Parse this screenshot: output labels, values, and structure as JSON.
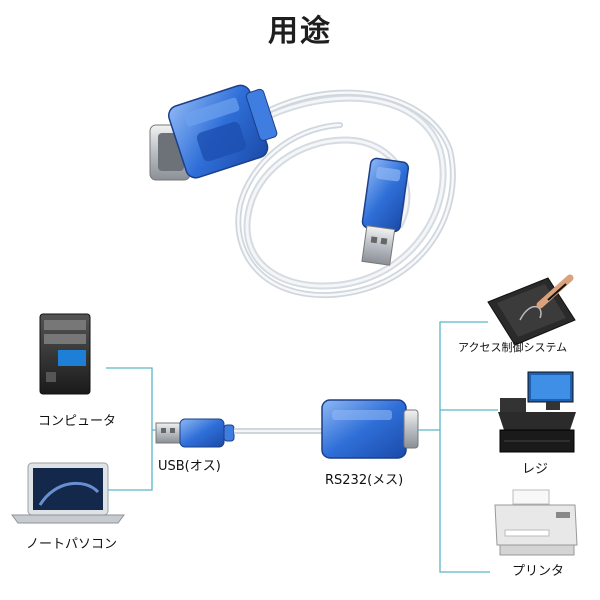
{
  "title": "用途",
  "labels": {
    "computer": "コンピュータ",
    "notebook": "ノートパソコン",
    "usb": "USB(オス)",
    "rs232": "RS232(メス)",
    "access_control": "アクセス制御システム",
    "register": "レジ",
    "printer": "プリンタ"
  },
  "colors": {
    "connector_blue": "#2f6fd8",
    "line_teal": "#5ab6c8",
    "cable_silver": "#cfd6de"
  }
}
